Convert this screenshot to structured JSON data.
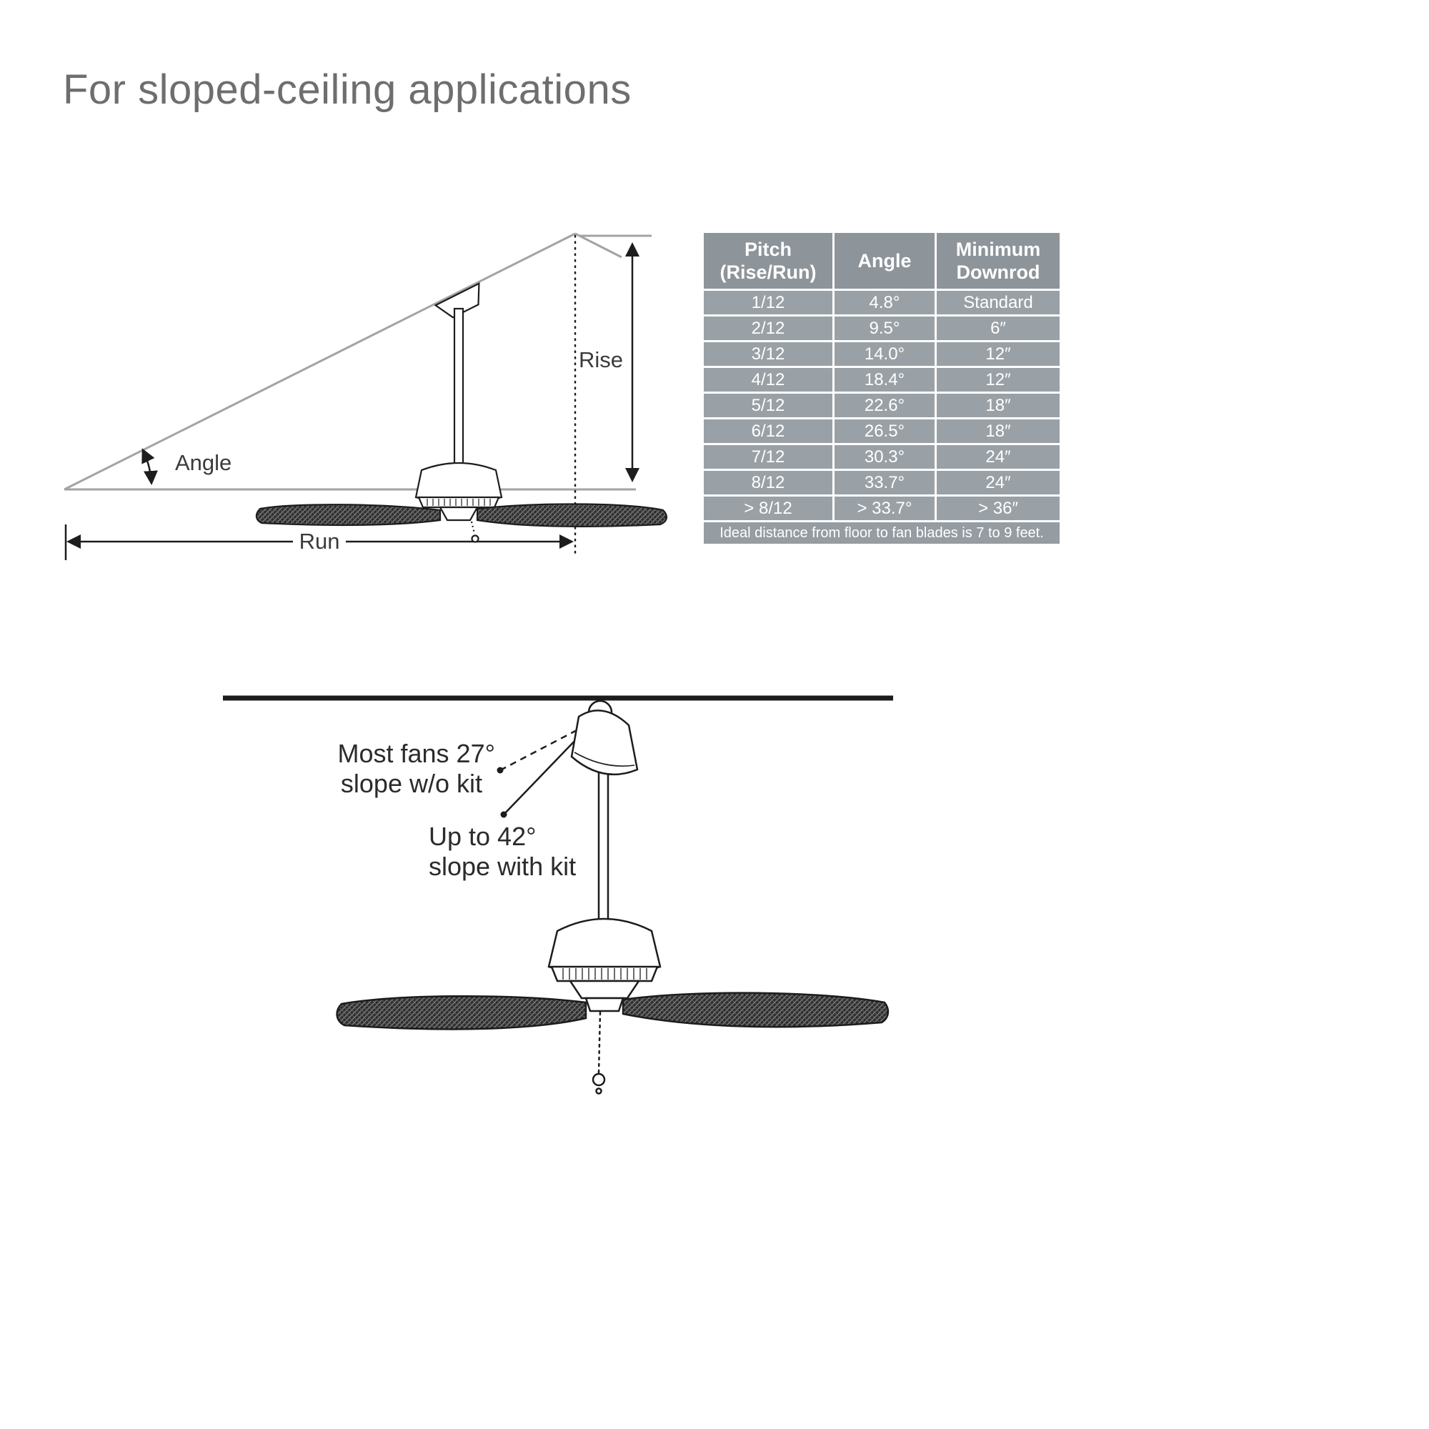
{
  "page": {
    "title": "For sloped-ceiling applications"
  },
  "pitch_diagram": {
    "rise_label": "Rise",
    "angle_label": "Angle",
    "run_label": "Run"
  },
  "table": {
    "headers": [
      {
        "lines": [
          "Pitch",
          "(Rise/Run)"
        ]
      },
      {
        "lines": [
          "Angle"
        ]
      },
      {
        "lines": [
          "Minimum",
          "Downrod"
        ]
      }
    ],
    "rows": [
      [
        "1/12",
        "4.8°",
        "Standard"
      ],
      [
        "2/12",
        "9.5°",
        "6″"
      ],
      [
        "3/12",
        "14.0°",
        "12″"
      ],
      [
        "4/12",
        "18.4°",
        "12″"
      ],
      [
        "5/12",
        "22.6°",
        "18″"
      ],
      [
        "6/12",
        "26.5°",
        "18″"
      ],
      [
        "7/12",
        "30.3°",
        "24″"
      ],
      [
        "8/12",
        "33.7°",
        "24″"
      ],
      [
        "> 8/12",
        "> 33.7°",
        "> 36″"
      ]
    ],
    "footer": "Ideal distance from floor to fan blades is 7 to 9 feet."
  },
  "slope_diagram": {
    "no_kit_line1": "Most fans 27°",
    "no_kit_line2": "slope w/o kit",
    "kit_line1": "Up to 42°",
    "kit_line2": "slope with kit"
  },
  "colors": {
    "table_header_bg": "#8d949a",
    "table_row_bg": "#9aa1a6",
    "table_text": "#ffffff",
    "diagram_line_gray": "#a3a3a3",
    "ink": "#1d1d1d",
    "title_gray": "#6e6e6e"
  }
}
